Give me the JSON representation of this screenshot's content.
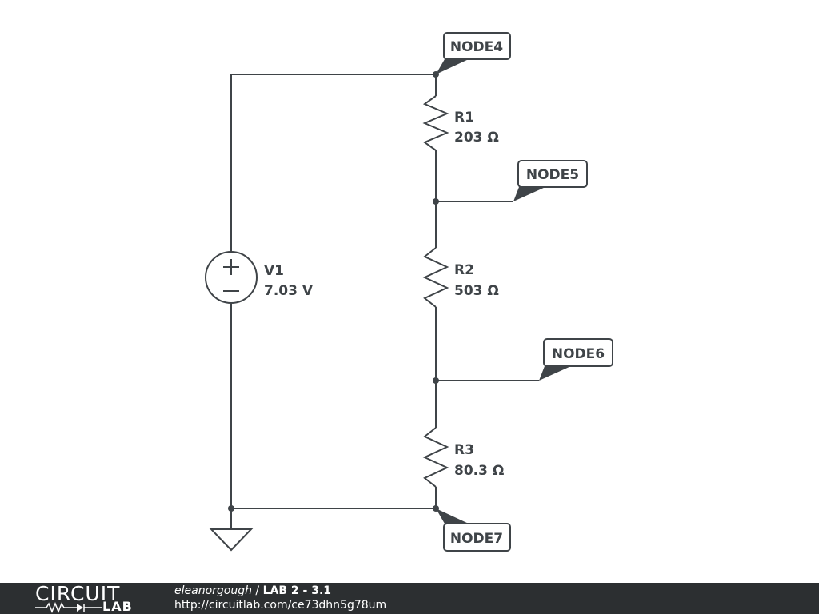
{
  "circuit": {
    "source": {
      "name": "V1",
      "value": "7.03 V"
    },
    "resistors": [
      {
        "name": "R1",
        "value": "203 Ω"
      },
      {
        "name": "R2",
        "value": "503 Ω"
      },
      {
        "name": "R3",
        "value": "80.3 Ω"
      }
    ],
    "nodes": {
      "node4": "NODE4",
      "node5": "NODE5",
      "node6": "NODE6",
      "node7": "NODE7"
    },
    "source_symbols": {
      "plus": "+",
      "minus": "−"
    }
  },
  "footer": {
    "logo_top": "CIRCUIT",
    "logo_bottom": "LAB",
    "author": "eleanorgough",
    "separator": " / ",
    "title": "LAB 2 - 3.1",
    "url": "http://circuitlab.com/ce73dhn5g78um"
  },
  "colors": {
    "wire": "#3f4448",
    "footer_bg": "#2c2f31",
    "footer_text": "#ffffff"
  }
}
